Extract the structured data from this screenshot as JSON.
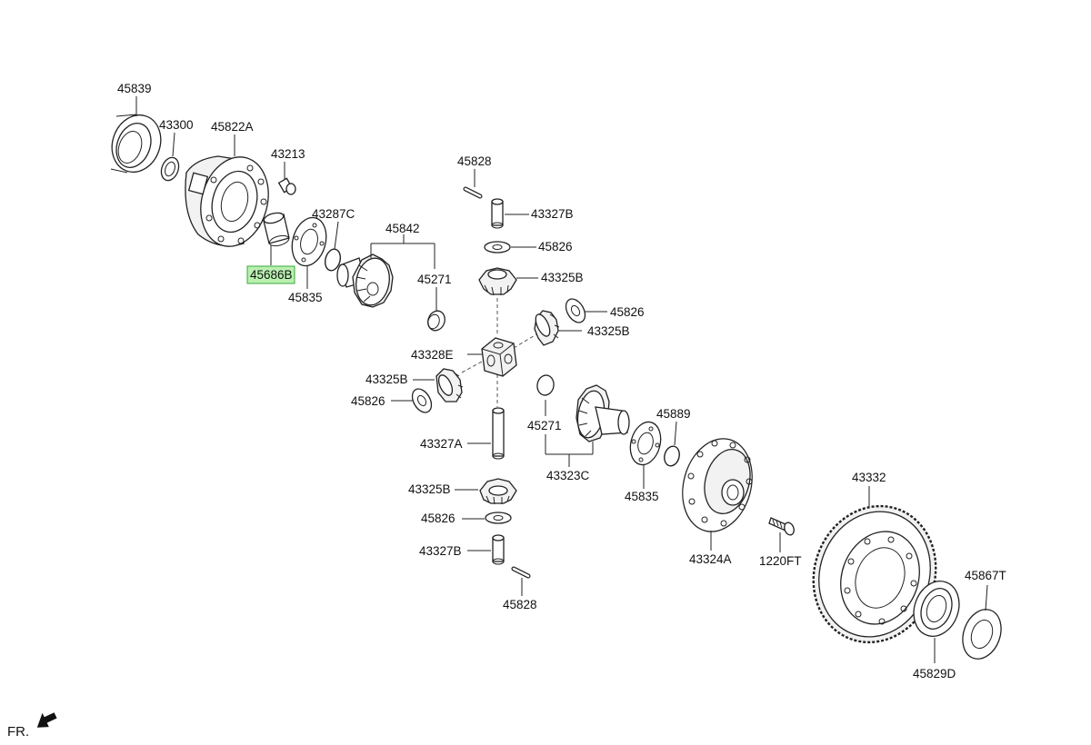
{
  "labels": {
    "p45839": "45839",
    "p43300": "43300",
    "p45822A": "45822A",
    "p43213": "43213",
    "p45686B": "45686B",
    "p45835a": "45835",
    "p43287C": "43287C",
    "p45842": "45842",
    "p45271a": "45271",
    "p45828a": "45828",
    "p43327B_top": "43327B",
    "p45826_top": "45826",
    "p43325B_top": "43325B",
    "p45826_right": "45826",
    "p43325B_right": "43325B",
    "p43328E": "43328E",
    "p43325B_left": "43325B",
    "p45826_left": "45826",
    "p45271b": "45271",
    "p43327A": "43327A",
    "p43323C": "43323C",
    "p45889": "45889",
    "p45835b": "45835",
    "p43325B_bottom": "43325B",
    "p45826_bottom": "45826",
    "p43327B_bottom": "43327B",
    "p45828b": "45828",
    "p43324A": "43324A",
    "p1220FT": "1220FT",
    "p43332": "43332",
    "p45867T": "45867T",
    "p45829D": "45829D"
  },
  "front_indicator": "FR.",
  "highlight_color": "#b9f0b0"
}
